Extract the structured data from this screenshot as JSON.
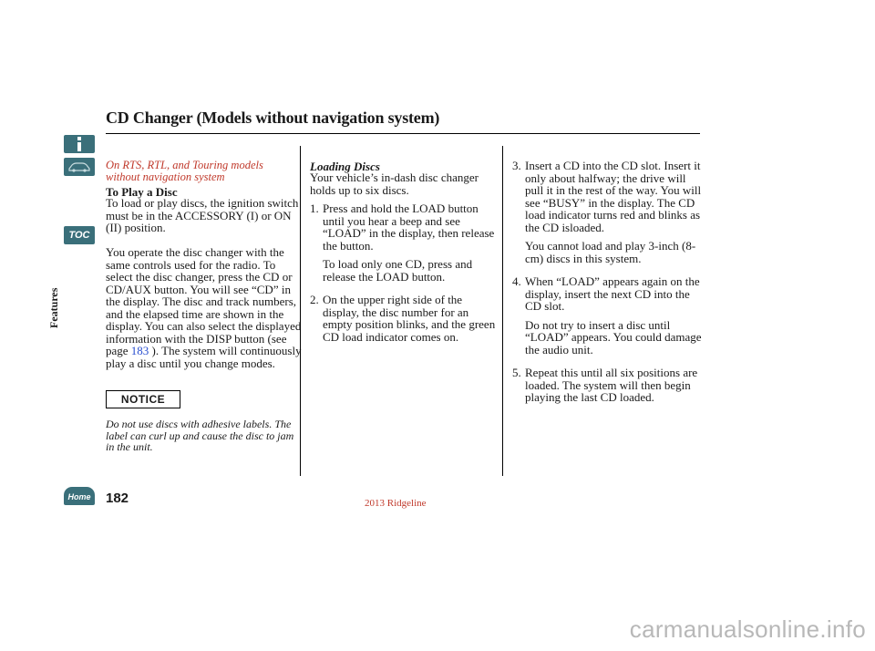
{
  "page": {
    "title": "CD Changer (Models without navigation system)",
    "side_label": "Features",
    "toc_label": "TOC",
    "page_number": "182",
    "footer": "2013 Ridgeline",
    "watermark": "carmanualsonline.info"
  },
  "left_col": {
    "model_note": "On RTS, RTL, and Touring models without navigation system",
    "heading": "To Play a Disc",
    "para1": "To load or play discs, the ignition switch must be in the ACCESSORY (I) or ON (II) position.",
    "para2_a": "You operate the disc changer with the same controls used for the radio. To select the disc changer, press the CD or CD/AUX button. You will see “CD” in the display. The disc and track numbers, and the elapsed time are shown in the display. You can also select the displayed information with the DISP button (see page ",
    "para2_link": "183",
    "para2_b": " ). The system will continuously play a disc until you change modes.",
    "notice_label": "NOTICE",
    "notice_text": "Do not use discs with adhesive labels. The label can curl up and cause the disc to jam in the unit."
  },
  "mid_col": {
    "heading": "Loading Discs",
    "intro": "Your vehicle’s in-dash disc changer holds up to six discs.",
    "steps": [
      {
        "num": "1.",
        "text": "Press and hold the LOAD button until you hear a beep and see “LOAD” in the display, then release the button.",
        "sub": "To load only one CD, press and release the LOAD button."
      },
      {
        "num": "2.",
        "text": "On the upper right side of the display, the disc number for an empty position blinks, and the green CD load indicator comes on."
      }
    ]
  },
  "right_col": {
    "steps": [
      {
        "num": "3.",
        "text": "Insert a CD into the CD slot. Insert it only about halfway; the drive will pull it in the rest of the way. You will see “BUSY” in the display. The CD load indicator turns red and blinks as the CD isloaded.",
        "sub": "You cannot load and play 3-inch (8-cm) discs in this system."
      },
      {
        "num": "4.",
        "text": "When “LOAD” appears again on the display, insert the next CD into the CD slot.",
        "sub": "Do not try to insert a disc until “LOAD” appears. You could damage the audio unit."
      },
      {
        "num": "5.",
        "text": "Repeat this until all six positions are loaded. The system will then begin playing the last CD loaded."
      }
    ]
  },
  "colors": {
    "tab": "#3a6f7a",
    "note_red": "#c0392b",
    "link_blue": "#2a4fd0"
  },
  "icons": [
    "info-icon",
    "car-icon",
    "toc-icon",
    "home-icon"
  ]
}
